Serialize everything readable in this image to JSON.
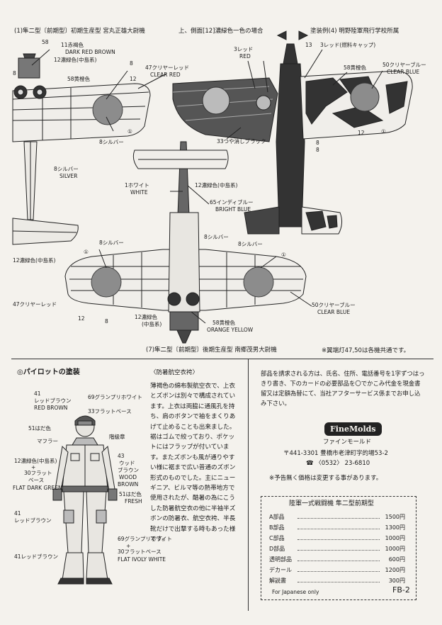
{
  "top": {
    "left_title": "(1)隼二型〔前期型〕初期生産型 宮丸正雄大尉機",
    "center_title": "上、側面[12]濃緑色一色の場合",
    "right_title": "塗装例(4) 明野陸軍飛行学校所属"
  },
  "left_labels": {
    "l58": "58",
    "l11": "11赤褐色",
    "l11_en": "DARK RED BROWN",
    "l12": "12濃緑色(中島系)",
    "l8": "8",
    "l12b": "12",
    "l58b": "58黄橙色",
    "l47": "47クリヤーレッド",
    "l47_en": "CLEAR RED",
    "l8b": "8",
    "l1": "①",
    "l8silver": "8シルバー",
    "l8silver2": "8シルバー",
    "l8silver2_en": "SILVER",
    "l12c": "12濃緑色(中島系)",
    "l47b": "47クリヤーレッド",
    "l12d": "12",
    "l8c": "8"
  },
  "center_labels": {
    "l1white": "1ホワイト",
    "l1white_en": "WHITE",
    "l12e": "12濃緑色(中島系)",
    "l65": "65インディブルー",
    "l65_en": "BRIGHT BLUE",
    "l8d": "8シルバー",
    "l8e": "8シルバー",
    "l1b": "①",
    "l1c": "①",
    "l12f": "12濃緑色",
    "l12f_sub": "(中島系)",
    "l58c": "58黄橙色",
    "l58c_en": "ORANGE YELLOW",
    "l50": "50クリヤーブルー",
    "l50_en": "CLEAR BLUE",
    "l3red": "3レッド",
    "l3red_en": "RED",
    "l33": "33つや消しブラック",
    "l8f": "8"
  },
  "right_labels": {
    "l13": "13",
    "l3red_fuel": "3レッド(燃料キャップ)",
    "l58d": "58黄橙色",
    "l50b": "50クリヤーブルー",
    "l50b_en": "CLEAR BLUE",
    "l12g": "12",
    "l1d": "①",
    "l8g": "8"
  },
  "bottom_title": "(7)隼二型〔前期型〕後期生産型 南郷茂男大尉機",
  "bottom_note": "※翼端灯47,50は各機共通です。",
  "pilot": {
    "heading": "◎パイロットの塗装",
    "l41": "41",
    "l41_jp": "レッドブラウン",
    "l41_en": "RED BROWN",
    "l69": "69グランプリホワイト",
    "l33": "33フラットベース",
    "l51": "51はだ色",
    "muffler": "マフラー",
    "insignia": "階級章",
    "l12": "12濃緑色(中島系)",
    "plus": "+",
    "l30": "30フラット",
    "l30b": "ベース",
    "l30_en": "FLAT DARK GREEN",
    "l43": "43",
    "l43_jp1": "ウッド",
    "l43_jp2": "ブラウン",
    "l43_en1": "WOOD",
    "l43_en2": "BROWN",
    "l51b": "51はだ色",
    "l51b_en": "FRESH",
    "l41b": "41",
    "l41b_jp": "レッドブラウン",
    "l41c": "41レッドブラウン",
    "l69b": "69グランプリホワイト",
    "plus2": "+",
    "l30c": "30フラットベース",
    "l30c_en": "FLAT IVOLY WHITE"
  },
  "article": {
    "title": "〈防暑航空衣袴〉",
    "body": "薄褐色の綿布製航空衣で、上衣とズボンは別々で構成されています。上衣は両脇に通風孔を持ち、肩のボタンで袖をまくりあげて止めることも出来ました。裾はゴムで絞っており、ポケットにはフラップが付いています。またズボンも風が通りやすい様に裾まで広い普通のズボン形式のものでした。主にニューギニア、ビルマ等の熱帯地方で使用されたが、酷暑の為にこうした防暑航空衣の他に半袖半ズボンの防暑衣、航空衣袴、半長靴だけで出撃する時もあった様です。"
  },
  "order": {
    "text": "部品を請求される方は、氏名、住所、電話番号を1字ずつはっきり書き、下のカードの必要部品を〇でかこみ代金を現金書留又は定額為替にて、当社アフターサービス係までお申し込み下さい。",
    "logo": "FineMolds",
    "company": "ファインモールド",
    "address": "〒441-3301 豊橋市老津町字的場53-2",
    "tel": "☎ 〈0532〉 23-6810",
    "note": "※予告無く価格は変更する事があります。"
  },
  "parts": {
    "title": "陸軍一式戦闘機 隼二型前期型",
    "rows": [
      {
        "name": "A部品",
        "price": "1500円"
      },
      {
        "name": "B部品",
        "price": "1300円"
      },
      {
        "name": "C部品",
        "price": "1000円"
      },
      {
        "name": "D部品",
        "price": "1000円"
      },
      {
        "name": "透明部品",
        "price": "600円"
      },
      {
        "name": "デカール",
        "price": "1200円"
      },
      {
        "name": "解説書",
        "price": "300円"
      }
    ],
    "footer": "For Japanese only",
    "code": "FB-2"
  },
  "colors": {
    "ink": "#1a1a1a",
    "paper": "#f4f2ed",
    "hinomaru": "#8c8c8c",
    "dark_green": "#444444"
  }
}
